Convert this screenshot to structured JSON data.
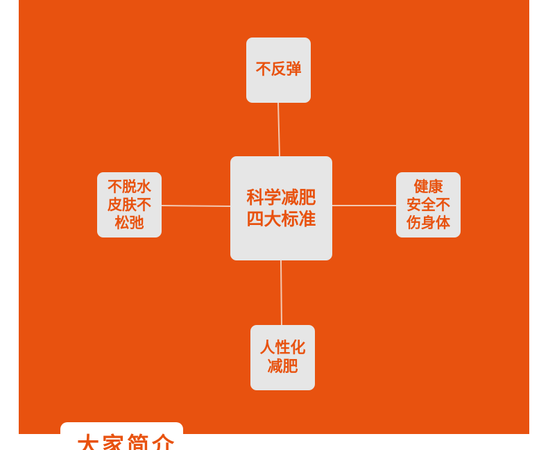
{
  "diagram": {
    "center": {
      "label": "科学减肥\n四大标准"
    },
    "top": {
      "label": "不反弹"
    },
    "left": {
      "label": "不脱水\n皮肤不\n松弛"
    },
    "right": {
      "label": "健康\n安全不\n伤身体"
    },
    "bottom": {
      "label": "人性化\n减肥"
    }
  },
  "next_section": {
    "title": "大家简介"
  },
  "colors": {
    "background": "#e8520f",
    "node_fill": "#e6e6e6",
    "node_text": "#e8520f",
    "connector": "#f2c9b3"
  }
}
